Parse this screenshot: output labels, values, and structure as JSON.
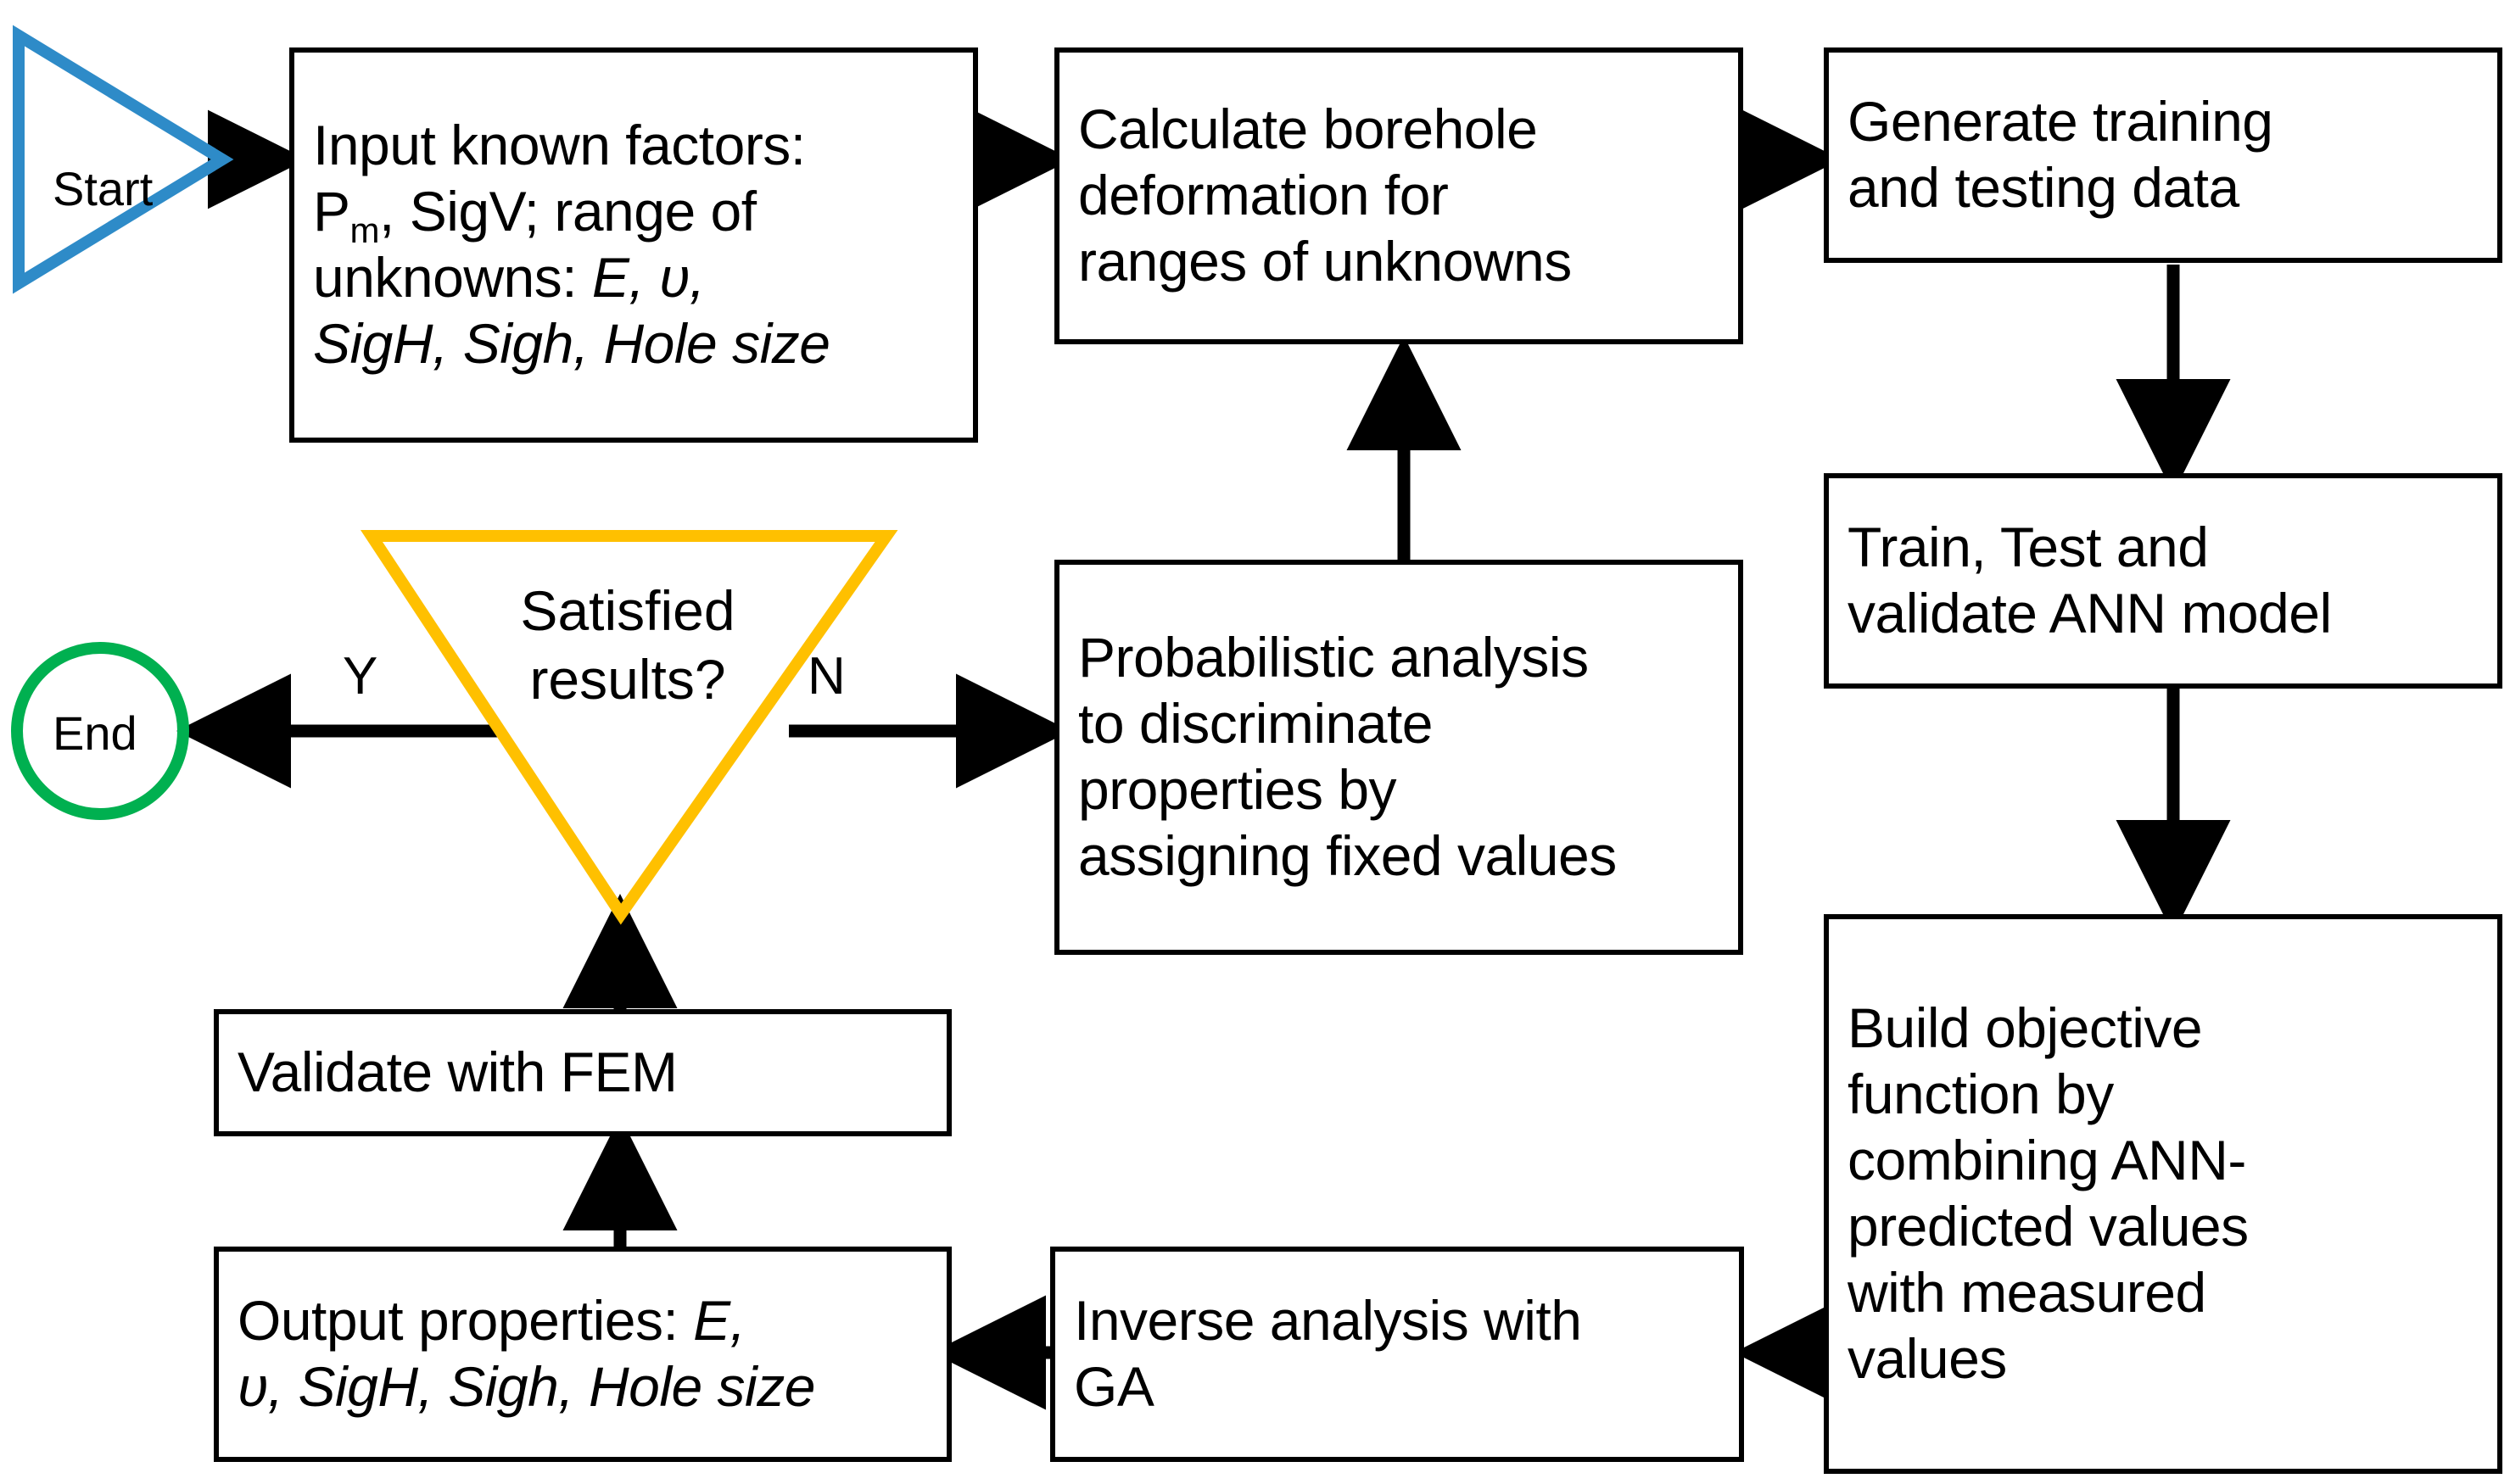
{
  "diagram": {
    "title": "Inverse analysis workflow flowchart",
    "colors": {
      "start_shape": "#2e8bc8",
      "end_shape": "#00b050",
      "decision_shape": "#ffc000",
      "box_border": "#000000",
      "arrow": "#000000",
      "background": "#ffffff"
    },
    "terminators": {
      "start_label": "Start",
      "end_label": "End"
    },
    "decision": {
      "line1": "Satisfied",
      "line2": "results?",
      "yes_label": "Y",
      "no_label": "N"
    },
    "nodes": {
      "input_factors": {
        "line1": "Input known factors:",
        "line2_a": "P",
        "line2_sub": "m",
        "line2_b": ", SigV; range of",
        "line3_a": "unknowns: ",
        "line3_italic": "E, υ,",
        "line4_italic": "SigH, Sigh, Hole size"
      },
      "calculate_deformation": {
        "line1": "Calculate borehole",
        "line2": "deformation for",
        "line3": "ranges of unknowns"
      },
      "generate_data": {
        "line1": "Generate training",
        "line2": "and testing data"
      },
      "train_ann": {
        "line1": "Train, Test and",
        "line2": "validate ANN model"
      },
      "build_objective": {
        "line1": "Build objective",
        "line2": "function by",
        "line3": "combining ANN-",
        "line4": "predicted values",
        "line5": "with measured",
        "line6": "values"
      },
      "inverse_analysis": {
        "line1": "Inverse analysis with",
        "line2": "GA"
      },
      "output_properties": {
        "line1_a": "Output properties: ",
        "line1_italic": "E,",
        "line2_italic": "υ, SigH, Sigh, Hole size"
      },
      "validate_fem": {
        "line1": "Validate with FEM"
      },
      "probabilistic": {
        "line1": "Probabilistic analysis",
        "line2": "to discriminate",
        "line3": "properties by",
        "line4": "assigning fixed values"
      }
    }
  }
}
